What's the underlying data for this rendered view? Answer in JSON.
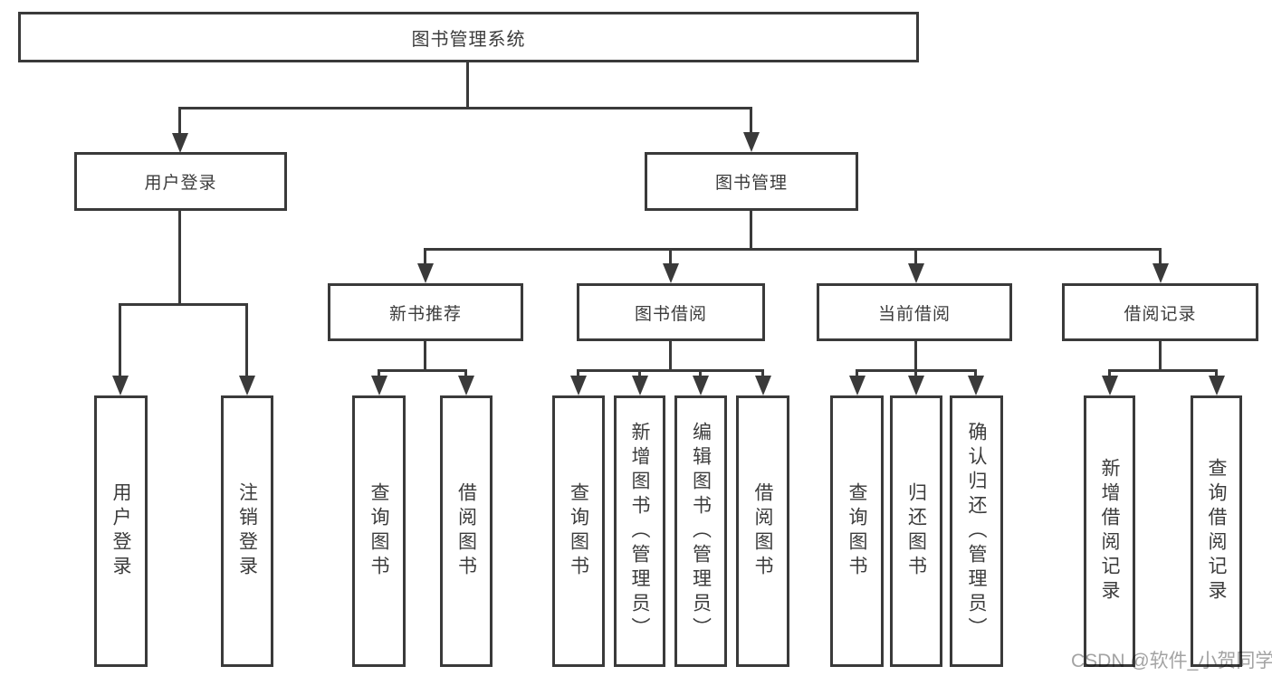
{
  "colors": {
    "line": "#3a3a3a",
    "box_border": "#3a3a3a",
    "box_fill": "#ffffff",
    "text": "#3c3c3c",
    "watermark": "#a3a3a3",
    "background": "#ffffff"
  },
  "watermark": "CSDN @软件_小贺同学",
  "tree": {
    "label": "图书管理系统",
    "children": [
      {
        "label": "用户登录",
        "children": [
          {
            "label": "用户登录"
          },
          {
            "label": "注销登录"
          }
        ]
      },
      {
        "label": "图书管理",
        "children": [
          {
            "label": "新书推荐",
            "children": [
              {
                "label": "查询图书"
              },
              {
                "label": "借阅图书"
              }
            ]
          },
          {
            "label": "图书借阅",
            "children": [
              {
                "label": "查询图书"
              },
              {
                "label": "新增图书（管理员）"
              },
              {
                "label": "编辑图书（管理员）"
              },
              {
                "label": "借阅图书"
              }
            ]
          },
          {
            "label": "当前借阅",
            "children": [
              {
                "label": "查询图书"
              },
              {
                "label": "归还图书"
              },
              {
                "label": "确认归还（管理员）"
              }
            ]
          },
          {
            "label": "借阅记录",
            "children": [
              {
                "label": "新增借阅记录"
              },
              {
                "label": "查询借阅记录"
              }
            ]
          }
        ]
      }
    ]
  }
}
